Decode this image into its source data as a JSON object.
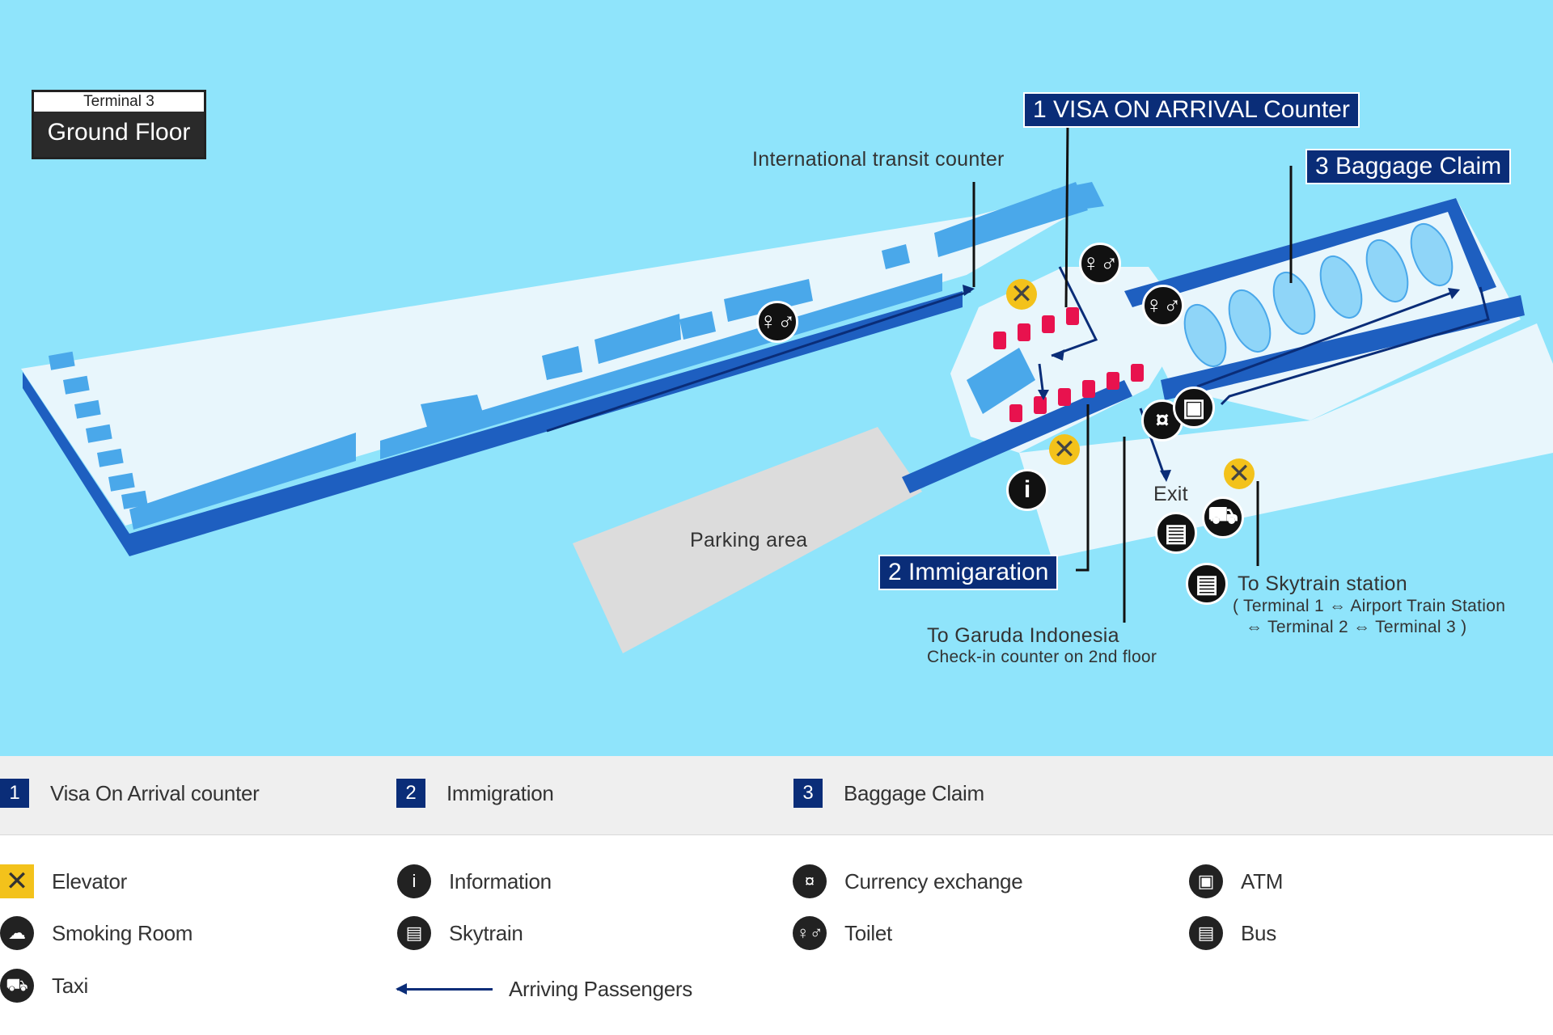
{
  "map": {
    "terminal_label": "Terminal 3",
    "floor_label": "Ground Floor",
    "callout_visa": "1 VISA ON ARRIVAL Counter",
    "callout_baggage": "3 Baggage Claim",
    "callout_immigration": "2 Immigaration",
    "label_transit": "International transit counter",
    "label_parking": "Parking area",
    "label_exit": "Exit",
    "label_garuda_1": "To Garuda Indonesia",
    "label_garuda_2": "Check-in counter on 2nd floor",
    "label_skytrain_1": "To Skytrain station",
    "label_skytrain_2": "( Terminal 1 ⇔ Airport Train Station",
    "label_skytrain_3": "⇔ Terminal 2 ⇔ Terminal 3 )",
    "colors": {
      "water": "#8fe4fb",
      "building_floor": "#e8f6fc",
      "building_wall": "#4aa8ea",
      "route_line": "#0a2d78",
      "counter": "#e8124e",
      "parking": "#dcdcdc"
    }
  },
  "legend_numbered": [
    {
      "number": "1",
      "label": "Visa On Arrival counter"
    },
    {
      "number": "2",
      "label": "Immigration"
    },
    {
      "number": "3",
      "label": "Baggage Claim"
    }
  ],
  "legend_icons": [
    {
      "icon": "elevator-icon",
      "label": "Elevator"
    },
    {
      "icon": "information-icon",
      "label": "Information"
    },
    {
      "icon": "currency-exchange-icon",
      "label": "Currency exchange"
    },
    {
      "icon": "atm-icon",
      "label": "ATM"
    },
    {
      "icon": "smoking-room-icon",
      "label": "Smoking Room"
    },
    {
      "icon": "skytrain-icon",
      "label": "Skytrain"
    },
    {
      "icon": "toilet-icon",
      "label": "Toilet"
    },
    {
      "icon": "bus-icon",
      "label": "Bus"
    },
    {
      "icon": "taxi-icon",
      "label": "Taxi"
    },
    {
      "icon": "arriving-passengers-arrow-icon",
      "label": "Arriving Passengers"
    }
  ]
}
